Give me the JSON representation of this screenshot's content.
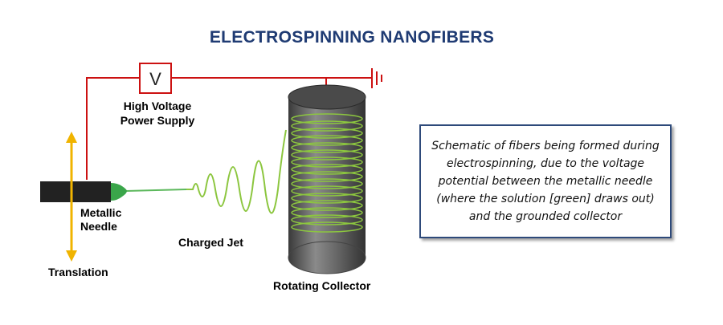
{
  "title": "ELECTROSPINNING NANOFIBERS",
  "voltmeter_symbol": "V",
  "labels": {
    "power_supply": "High Voltage Power Supply",
    "needle": "Metallic Needle",
    "translation": "Translation",
    "jet": "Charged Jet",
    "collector": "Rotating Collector"
  },
  "caption": "Schematic of fibers being formed during electrospinning,  due to the voltage potential between the metallic needle (where the solution [green] draws out) and the grounded collector",
  "colors": {
    "title": "#1f3b73",
    "wire": "#cc1111",
    "solution": "#5cb85c",
    "fiber": "#8cc63f",
    "translation_arrow": "#f0b400",
    "collector": "#6b6b6b",
    "needle": "#222222"
  }
}
